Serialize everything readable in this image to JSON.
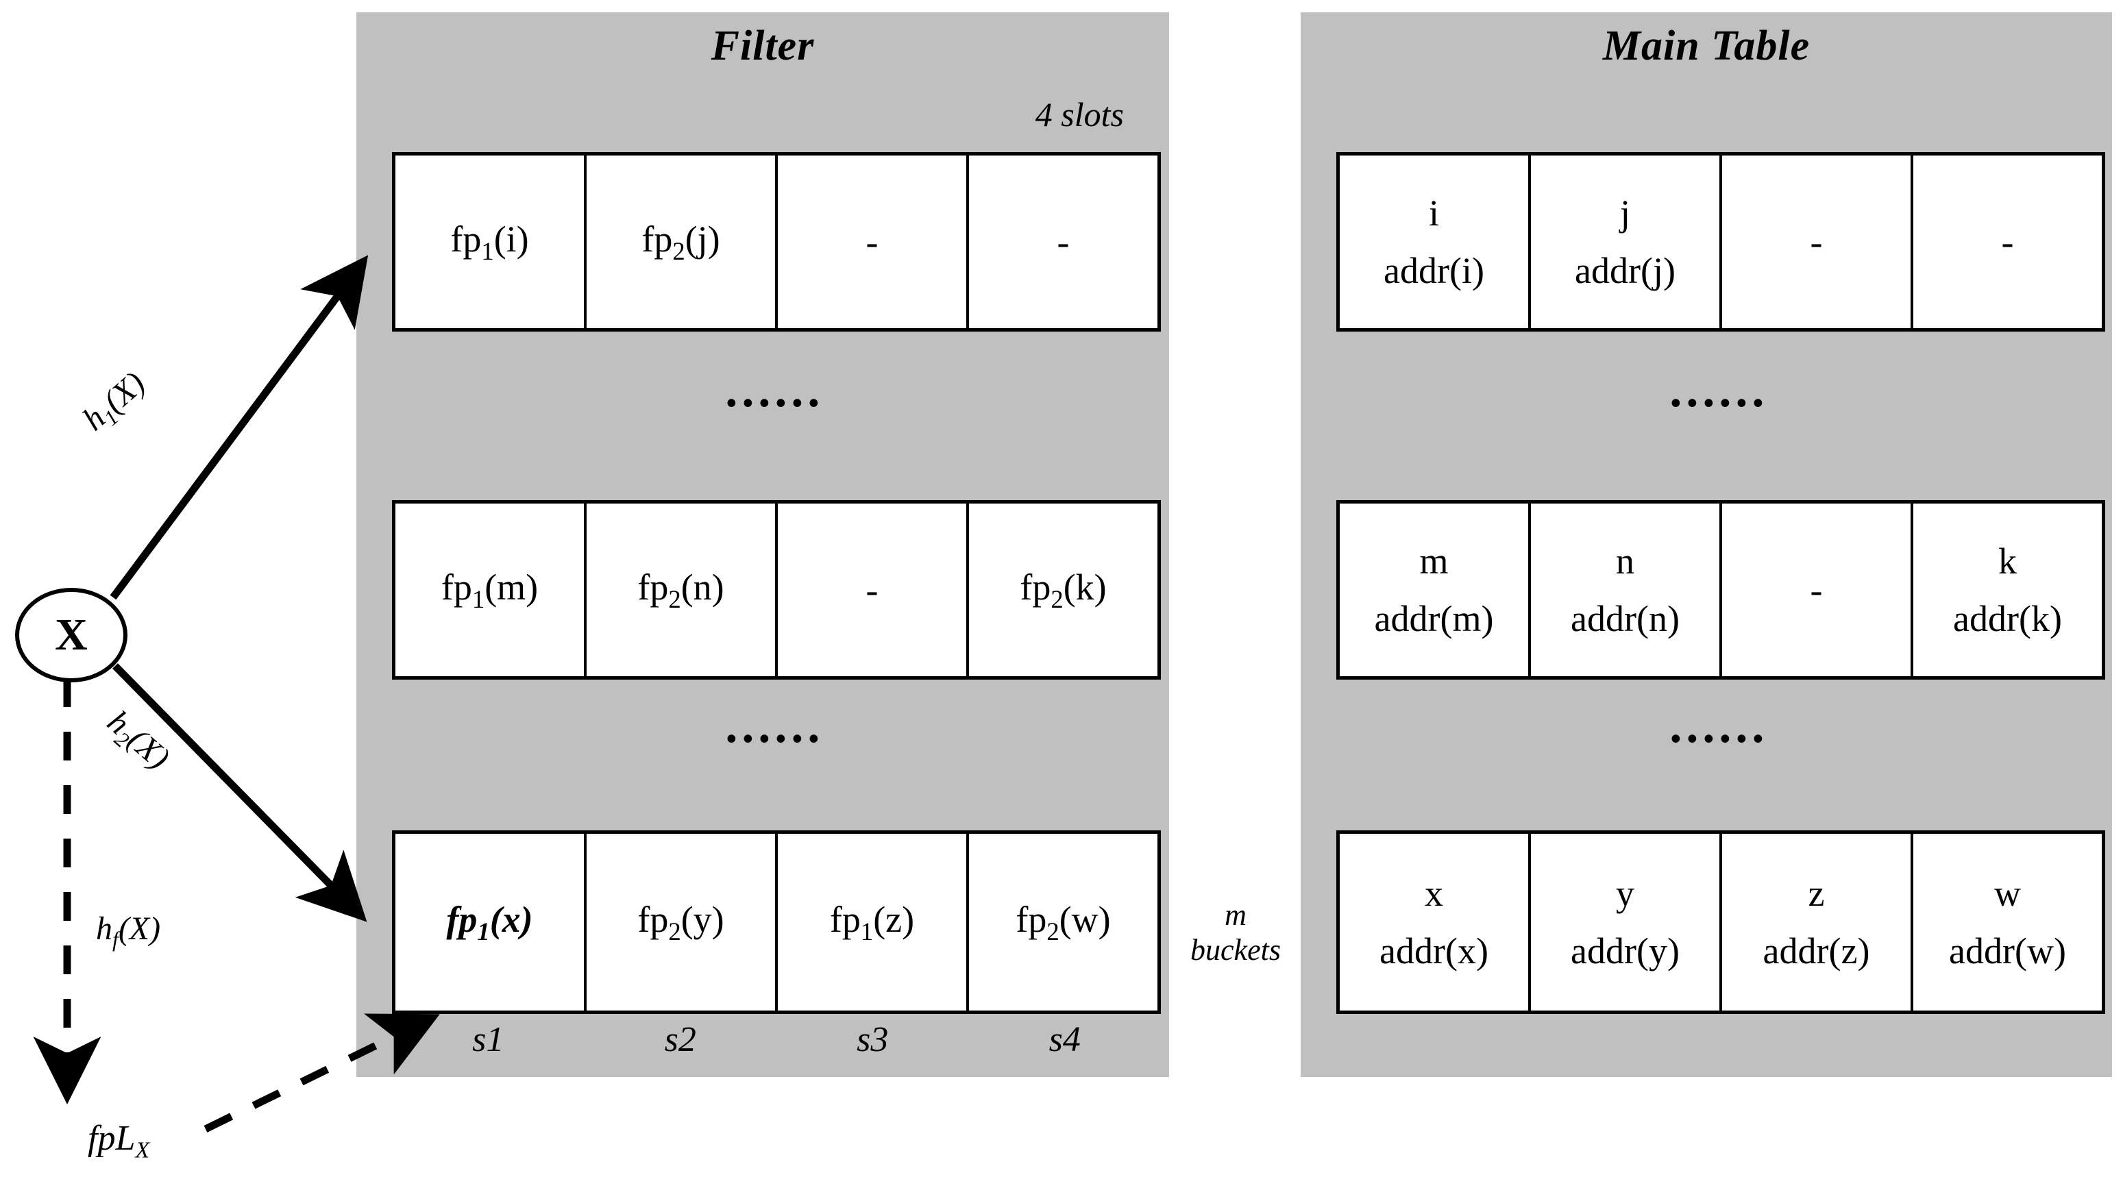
{
  "filter_panel": {
    "title": "Filter",
    "slots_label": "4  slots",
    "ellipsis": "......",
    "rows": [
      {
        "cells": [
          {
            "text": "fp",
            "sub": "1",
            "suffix": "(i)",
            "highlight": false
          },
          {
            "text": "fp",
            "sub": "2",
            "suffix": "(j)",
            "highlight": false
          },
          {
            "text": "-",
            "sub": "",
            "suffix": "",
            "highlight": false
          },
          {
            "text": "-",
            "sub": "",
            "suffix": "",
            "highlight": false
          }
        ]
      },
      {
        "cells": [
          {
            "text": "fp",
            "sub": "1",
            "suffix": "(m)",
            "highlight": false
          },
          {
            "text": "fp",
            "sub": "2",
            "suffix": "(n)",
            "highlight": false
          },
          {
            "text": "-",
            "sub": "",
            "suffix": "",
            "highlight": false
          },
          {
            "text": "fp",
            "sub": "2",
            "suffix": "(k)",
            "highlight": false
          }
        ]
      },
      {
        "cells": [
          {
            "text": "fp",
            "sub": "1",
            "suffix": "(x)",
            "highlight": true
          },
          {
            "text": "fp",
            "sub": "2",
            "suffix": "(y)",
            "highlight": false
          },
          {
            "text": "fp",
            "sub": "1",
            "suffix": "(z)",
            "highlight": false
          },
          {
            "text": "fp",
            "sub": "2",
            "suffix": "(w)",
            "highlight": false
          }
        ]
      }
    ],
    "slot_labels": [
      "s1",
      "s2",
      "s3",
      "s4"
    ]
  },
  "main_panel": {
    "title": "Main  Table",
    "ellipsis": "......",
    "rows": [
      {
        "cells": [
          {
            "key": "i",
            "addr": "addr(i)"
          },
          {
            "key": "j",
            "addr": "addr(j)"
          },
          {
            "key": "-",
            "addr": ""
          },
          {
            "key": "-",
            "addr": ""
          }
        ]
      },
      {
        "cells": [
          {
            "key": "m",
            "addr": "addr(m)"
          },
          {
            "key": "n",
            "addr": "addr(n)"
          },
          {
            "key": "-",
            "addr": ""
          },
          {
            "key": "k",
            "addr": "addr(k)"
          }
        ]
      },
      {
        "cells": [
          {
            "key": "x",
            "addr": "addr(x)"
          },
          {
            "key": "y",
            "addr": "addr(y)"
          },
          {
            "key": "z",
            "addr": "addr(z)"
          },
          {
            "key": "w",
            "addr": "addr(w)"
          }
        ]
      }
    ]
  },
  "buckets_note": {
    "line1": "m",
    "line2": "buckets"
  },
  "node": {
    "label": "X"
  },
  "edges": {
    "h1": {
      "prefix": "h",
      "sub": "1",
      "suffix": "(X)"
    },
    "h2": {
      "prefix": "h",
      "sub": "2",
      "suffix": "(X)"
    },
    "hf": {
      "prefix": "h",
      "sub": "f",
      "suffix": "(X)"
    },
    "fingerprint": {
      "prefix": "fpL",
      "sub": "X",
      "suffix": ""
    }
  },
  "colors": {
    "panel_gray": "#c0c0c0",
    "cell_white": "#ffffff",
    "stroke_black": "#000000",
    "background": "#ffffff"
  }
}
